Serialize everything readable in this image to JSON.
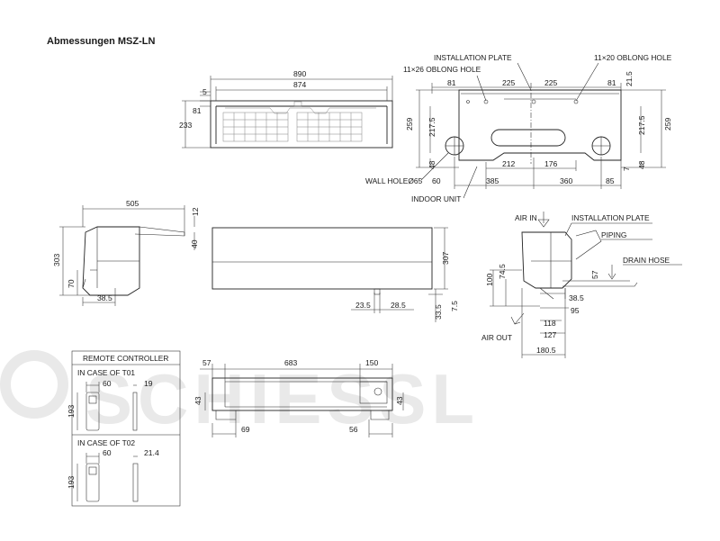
{
  "title": "Abmessungen MSZ-LN",
  "watermark": "SCHIESSL",
  "labels": {
    "installation_plate": "INSTALLATION PLATE",
    "oblong_11x26": "11×26 OBLONG HOLE",
    "oblong_11x20": "11×20 OBLONG HOLE",
    "wall_hole": "WALL HOLEØ65",
    "indoor_unit": "INDOOR UNIT",
    "air_in": "AIR IN",
    "installation_plate_2": "INSTALLATION PLATE",
    "piping": "PIPING",
    "drain_hose": "DRAIN HOSE",
    "air_out": "AIR OUT",
    "remote_controller": "REMOTE CONTROLLER",
    "case_t01": "IN CASE OF T01",
    "case_t02": "IN CASE OF T02"
  },
  "dims": {
    "top_890": "890",
    "top_874": "874",
    "top_5": "5",
    "top_81": "81",
    "top_233": "233",
    "plate_81l": "81",
    "plate_225a": "225",
    "plate_225b": "225",
    "plate_81r": "81",
    "plate_21_5": "21.5",
    "plate_259l": "259",
    "plate_217_5l": "217.5",
    "plate_48l": "48",
    "plate_217_5r": "217.5",
    "plate_259r": "259",
    "plate_7": "7",
    "plate_48r": "48",
    "plate_212": "212",
    "plate_176": "176",
    "plate_60": "60",
    "plate_385": "385",
    "plate_360": "360",
    "plate_85": "85",
    "side_505": "505",
    "side_12": "12",
    "side_40": "40",
    "side_303": "303",
    "side_70": "70",
    "side_38_5": "38.5",
    "front_307": "307",
    "front_23_5": "23.5",
    "front_28_5": "28.5",
    "front_33_5": "33.5",
    "front_7_5": "7.5",
    "rs_100": "100",
    "rs_74_5": "74.5",
    "rs_57": "57",
    "rs_38_5": "38.5",
    "rs_95": "95",
    "rs_118": "118",
    "rs_127": "127",
    "rs_180_5": "180.5",
    "bot_57": "57",
    "bot_683": "683",
    "bot_150": "150",
    "bot_43a": "43",
    "bot_43b": "43",
    "bot_69": "69",
    "bot_56": "56",
    "rc_60a": "60",
    "rc_19": "19",
    "rc_193a": "193",
    "rc_60b": "60",
    "rc_21_4": "21.4",
    "rc_193b": "193"
  }
}
